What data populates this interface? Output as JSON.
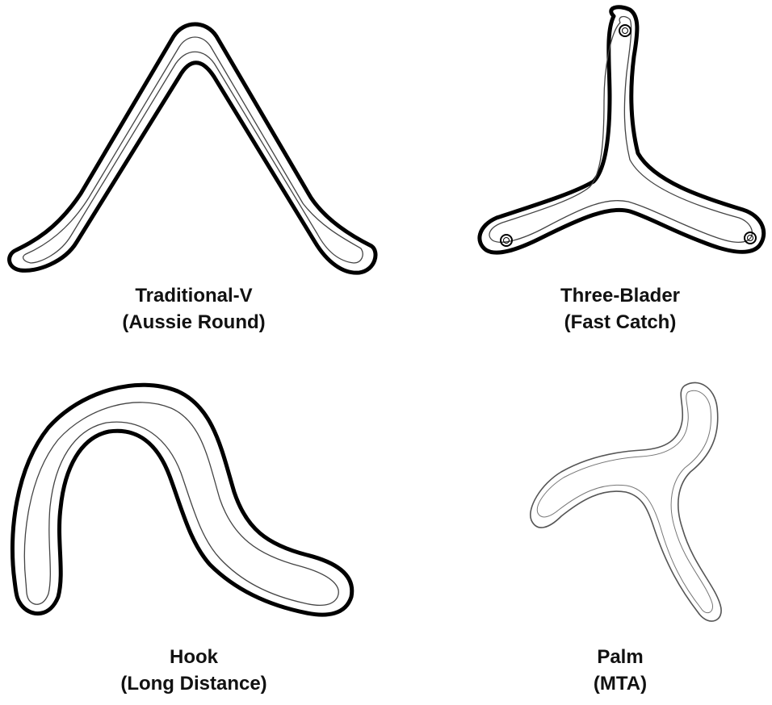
{
  "figures": [
    {
      "name": "Traditional-V",
      "subtitle": "(Aussie Round)"
    },
    {
      "name": "Three-Blader",
      "subtitle": "(Fast Catch)"
    },
    {
      "name": "Hook",
      "subtitle": "(Long Distance)"
    },
    {
      "name": "Palm",
      "subtitle": "(MTA)"
    }
  ],
  "colors": {
    "outline": "#000000",
    "background": "#ffffff"
  }
}
